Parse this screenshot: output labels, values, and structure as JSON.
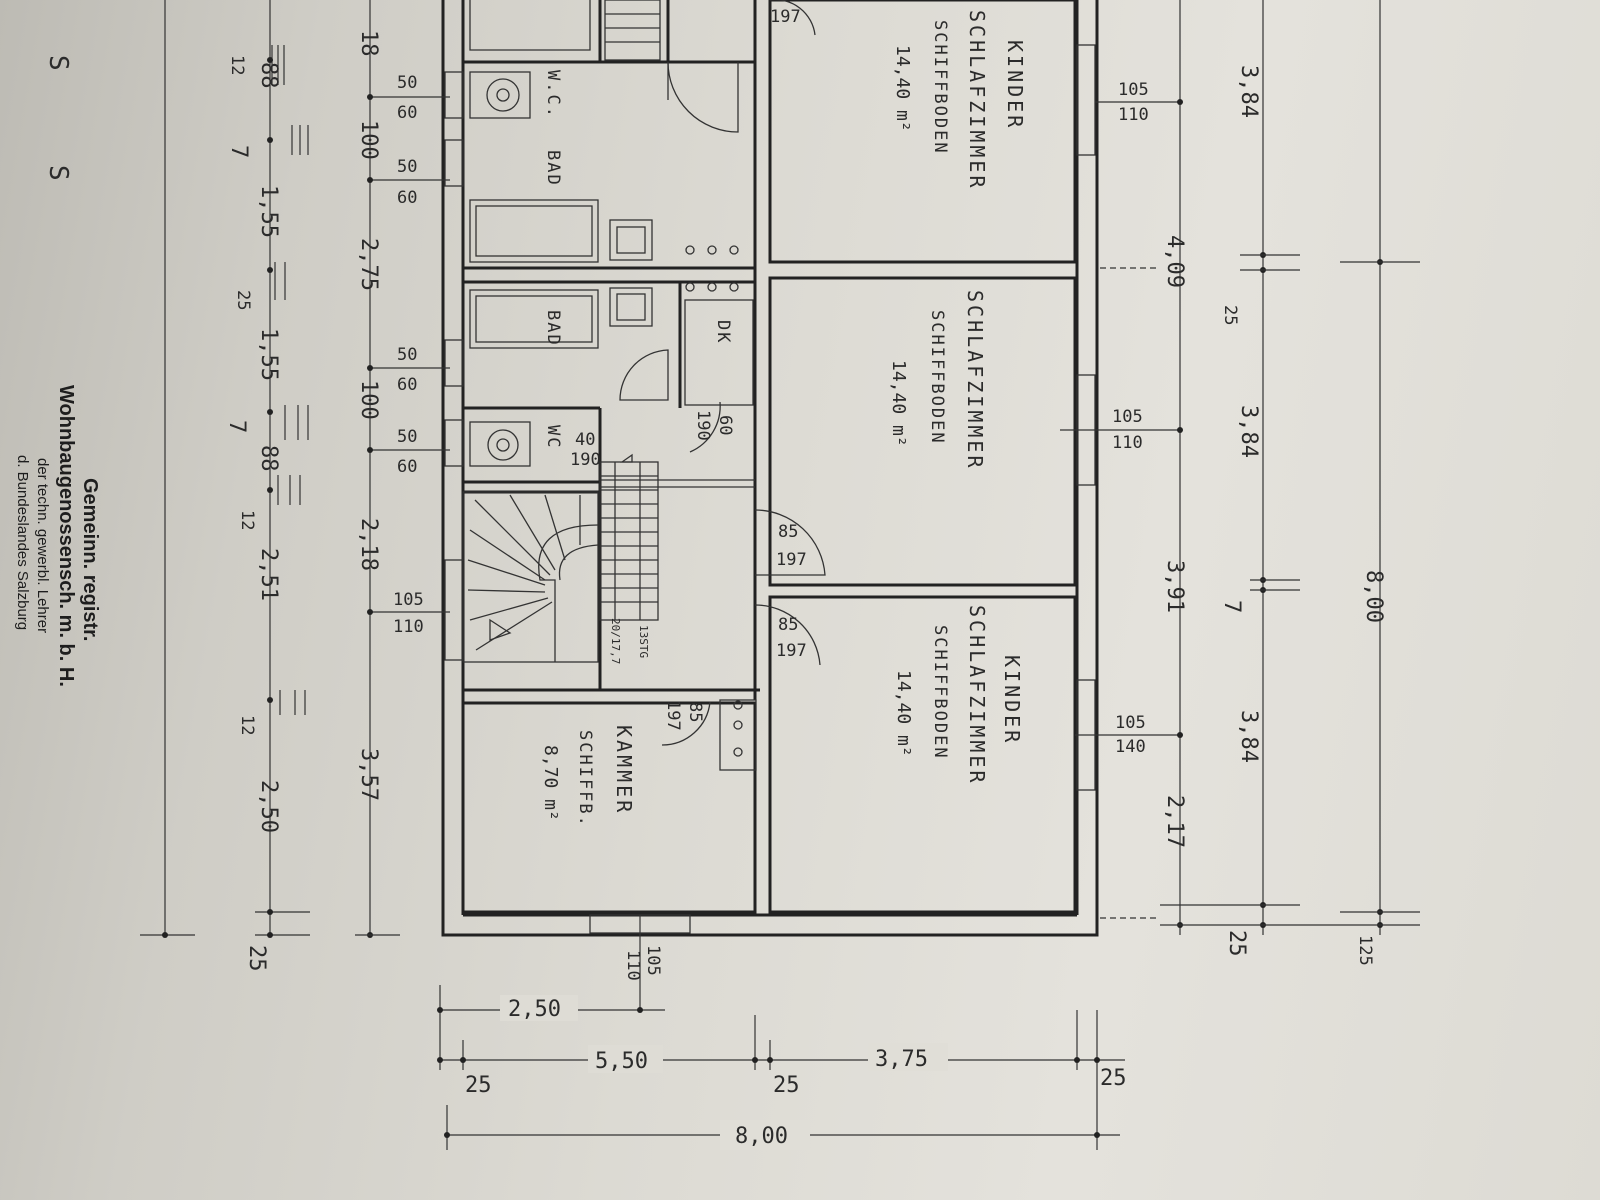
{
  "rooms": {
    "kinder1": {
      "name1": "KINDER",
      "name2": "SCHLAFZIMMER",
      "floor": "SCHIFFBODEN",
      "area": "14,40 m²"
    },
    "schlaf": {
      "name1": "SCHLAFZIMMER",
      "floor": "SCHIFFBODEN",
      "area": "14,40 m²"
    },
    "kinder2": {
      "name1": "KINDER",
      "name2": "SCHLAFZIMMER",
      "floor": "SCHIFFBODEN",
      "area": "14,40 m²"
    },
    "kammer": {
      "name1": "KAMMER",
      "floor": "SCHIFFB.",
      "area": "8,70 m²"
    },
    "wc_bad": {
      "name1": "W.C.",
      "name2": "BAD"
    },
    "bad": {
      "name1": "BAD"
    },
    "wc": {
      "name1": "WC"
    },
    "dk": {
      "name1": "DK"
    }
  },
  "doors": {
    "d197_top": "197",
    "d85_1": "85",
    "d197_1": "197",
    "d85_2": "85",
    "d197_2": "197",
    "d85_3": "85",
    "d197_3": "197",
    "d60": "60",
    "d190": "190",
    "d40": "40",
    "d190b": "190",
    "stairs_label1": "13STG",
    "stairs_label2": "20/17,7"
  },
  "windows_left": [
    {
      "a": "50",
      "b": "60"
    },
    {
      "a": "50",
      "b": "60"
    },
    {
      "a": "50",
      "b": "60"
    },
    {
      "a": "50",
      "b": "60"
    },
    {
      "a": "105",
      "b": "110"
    }
  ],
  "windows_right": [
    {
      "a": "105",
      "b": "110"
    },
    {
      "a": "105",
      "b": "110"
    },
    {
      "a": "105",
      "b": "140"
    }
  ],
  "window_bottom": {
    "a": "105",
    "b": "110"
  },
  "dims_left_inner": {
    "v1": "18",
    "v2": "100",
    "v3": "2,75",
    "v4": "100",
    "v5": "2,18",
    "v6": "3,57"
  },
  "dims_left_outer": {
    "v1": "88",
    "v2": "12",
    "v3": "7",
    "v4": "1,55",
    "v5": "25",
    "v6": "1,55",
    "v7": "7",
    "v8": "88",
    "v9": "12",
    "v10": "2,51",
    "v11": "12",
    "v12": "2,50",
    "v13": "25"
  },
  "dims_right_inner": {
    "v1": "3,84",
    "v2": "4,09",
    "v3": "25",
    "v4": "3,84",
    "v5": "3,91",
    "v6": "7",
    "v7": "3,84",
    "v8": "2,17",
    "v9": "25"
  },
  "dims_right_outer": {
    "total": "8,00",
    "end": "125"
  },
  "dims_bottom": {
    "a": "2,50",
    "b": "5,50",
    "c": "25",
    "d": "25",
    "e": "3,75",
    "f": "25",
    "total": "8,00"
  },
  "side_marks": [
    "S",
    "S"
  ],
  "legend": {
    "line1": "Gemeinn. registr.",
    "line2": "Wohnbaugenossensch. m. b. H.",
    "line3": "der techn. gewerbl. Lehrer",
    "line4": "d. Bundeslandes Salzburg"
  }
}
